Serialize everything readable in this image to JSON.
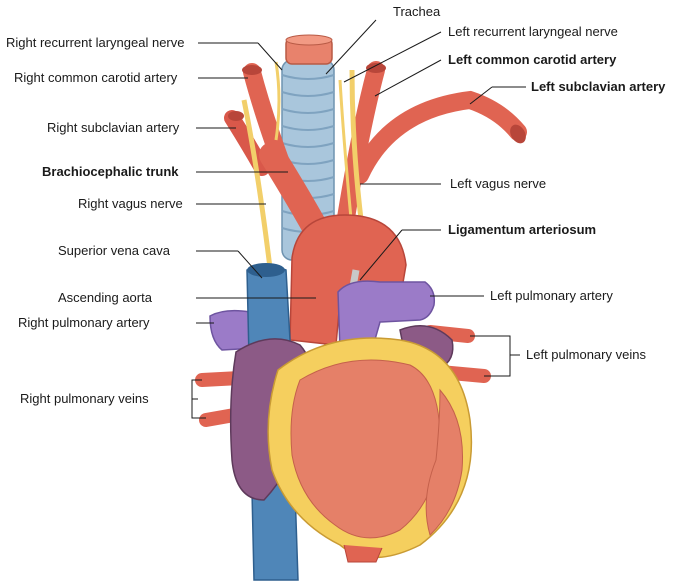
{
  "labels": {
    "trachea": "Trachea",
    "left_recurrent_laryngeal_nerve": "Left recurrent laryngeal nerve",
    "right_recurrent_laryngeal_nerve": "Right recurrent laryngeal nerve",
    "left_common_carotid_artery": "Left common carotid artery",
    "right_common_carotid_artery": "Right common carotid artery",
    "left_subclavian_artery": "Left subclavian artery",
    "right_subclavian_artery": "Right subclavian artery",
    "brachiocephalic_trunk": "Brachiocephalic trunk",
    "left_vagus_nerve": "Left vagus nerve",
    "right_vagus_nerve": "Right vagus nerve",
    "ligamentum_arteriosum": "Ligamentum arteriosum",
    "superior_vena_cava": "Superior vena cava",
    "ascending_aorta": "Ascending aorta",
    "left_pulmonary_artery": "Left pulmonary artery",
    "right_pulmonary_artery": "Right pulmonary artery",
    "left_pulmonary_veins": "Left pulmonary veins",
    "right_pulmonary_veins": "Right pulmonary veins"
  },
  "colors": {
    "artery": "#e06452",
    "artery_dark": "#b83c31",
    "vein": "#4f86b8",
    "pulmonary_artery": "#9b7bc8",
    "atrium": "#8c5a86",
    "fat": "#f5cf5e",
    "nerve": "#f2cf6a",
    "trachea": "#a9c6dc",
    "muscle": "#e58068"
  }
}
